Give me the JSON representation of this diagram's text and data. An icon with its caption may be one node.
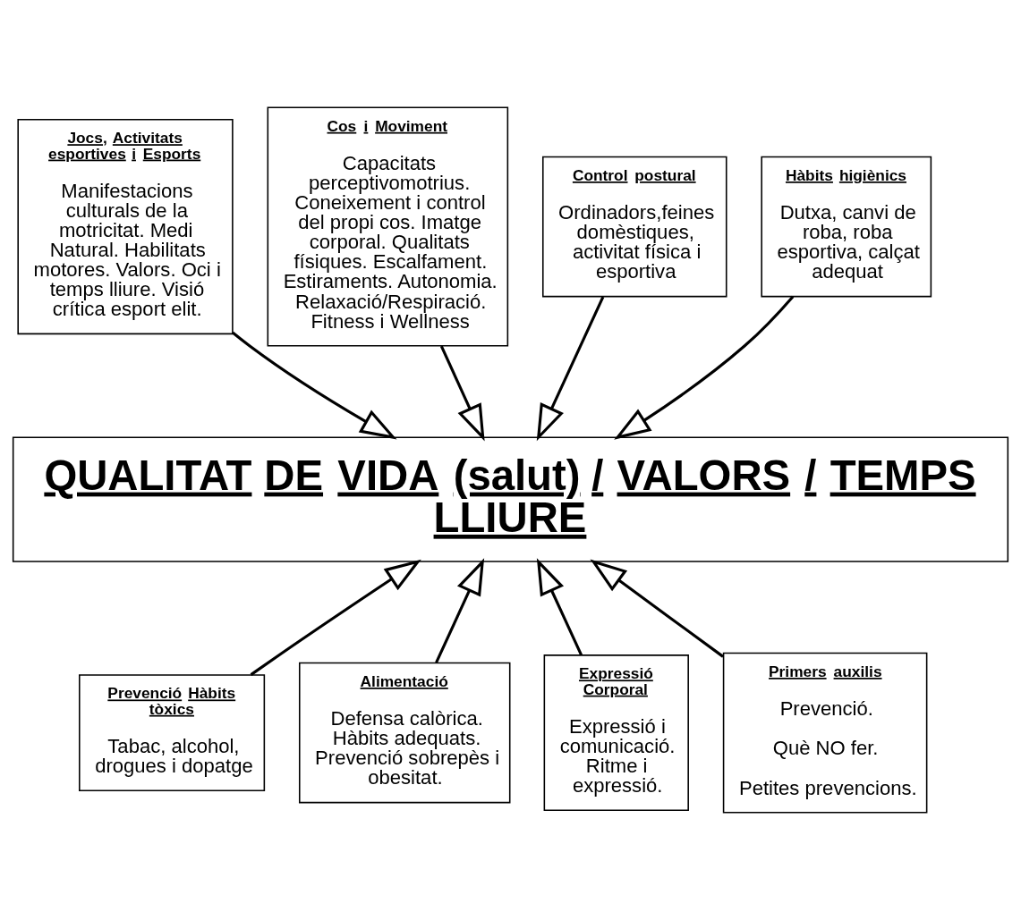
{
  "diagram": {
    "nodes": [
      {
        "text": [
          "Jocs, Activitats esportives i Esports",
          "Manifestacions culturals de la motricitat. Medi Natural. Habilitats motores. Valors. Oci i temps lliure. Visió crítica esport elit."
        ]
      },
      {
        "text": [
          "Cos i Moviment",
          "Capacitats perceptivomotrius. Coneixement i control del propi cos. Imatge corporal. Qualitats físiques. Escalfament. Estiraments. Autonomia. Relaxació/Respiració. Fitness i Wellness"
        ]
      },
      {
        "text": [
          "Control postural",
          "Ordinadors,feines domèstiques, activitat física i esportiva"
        ]
      },
      {
        "text": [
          "Hàbits higiènics",
          "Dutxa, canvi de roba, roba esportiva, calçat adequat"
        ]
      },
      {
        "text": [
          "QUALITAT DE VIDA (salut) / VALORS / TEMPS LLIURE"
        ]
      },
      {
        "text": [
          "Prevenció Hàbits tòxics",
          "Tabac, alcohol, drogues i dopatge"
        ]
      },
      {
        "text": [
          "Alimentació",
          "Defensa calòrica. Hàbits adequats. Prevenció sobrepès i obesitat."
        ]
      },
      {
        "text": [
          "Expressió Corporal",
          "Expressió i comunicació. Ritme i expressió."
        ]
      },
      {
        "text": [
          "Primers auxilis",
          "Prevenció.",
          "Què NO fer.",
          "Petites prevencions."
        ]
      }
    ],
    "edges": [
      {
        "from": 0,
        "to": 4,
        "arrow": "to"
      },
      {
        "from": 1,
        "to": 4,
        "arrow": "to"
      },
      {
        "from": 2,
        "to": 4,
        "arrow": "to"
      },
      {
        "from": 3,
        "to": 4,
        "arrow": "to"
      },
      {
        "from": 5,
        "to": 4,
        "arrow": "to"
      },
      {
        "from": 6,
        "to": 4,
        "arrow": "to"
      },
      {
        "from": 7,
        "to": 4,
        "arrow": "to"
      },
      {
        "from": 8,
        "to": 4,
        "arrow": "to"
      }
    ]
  }
}
